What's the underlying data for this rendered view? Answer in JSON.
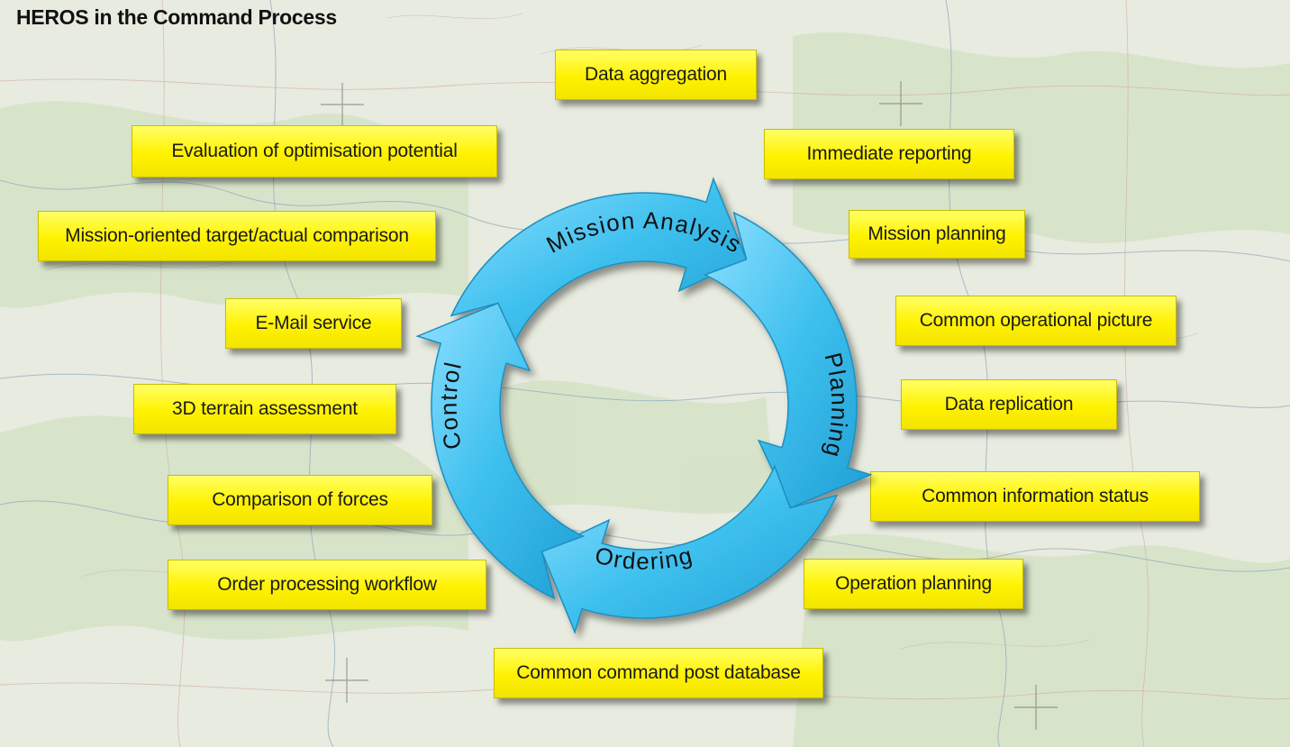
{
  "title": "HEROS in the Command Process",
  "colors": {
    "box_fill": "#fff200",
    "arrow_fill": "#3ec0ee",
    "arrow_stroke": "#1b8fc0"
  },
  "phases": {
    "mission_analysis": "Mission Analysis",
    "planning": "Planning",
    "ordering": "Ordering",
    "control": "Control"
  },
  "capabilities": {
    "data_aggregation": "Data aggregation",
    "evaluation_of_optimisation_potential": "Evaluation of optimisation potential",
    "immediate_reporting": "Immediate reporting",
    "mission_oriented_comparison": "Mission-oriented target/actual comparison",
    "mission_planning": "Mission planning",
    "e_mail_service": "E-Mail service",
    "common_operational_picture": "Common operational picture",
    "terrain_assessment_3d": "3D terrain assessment",
    "data_replication": "Data replication",
    "comparison_of_forces": "Comparison of forces",
    "common_information_status": "Common information status",
    "order_processing_workflow": "Order processing workflow",
    "operation_planning": "Operation planning",
    "common_command_post_database": "Common command post database"
  }
}
